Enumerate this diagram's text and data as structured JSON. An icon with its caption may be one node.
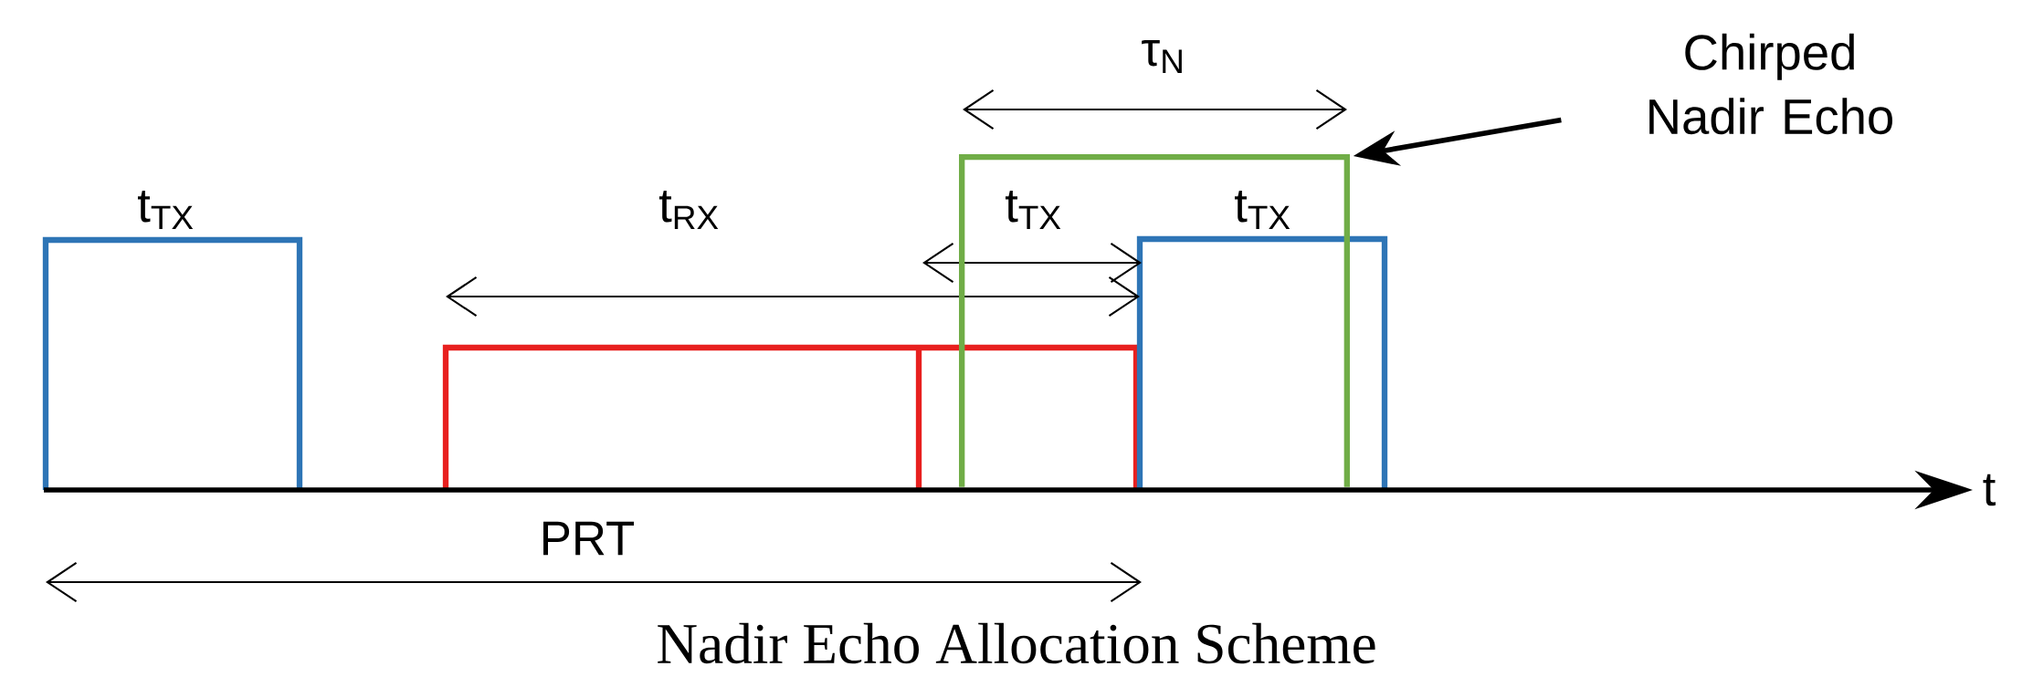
{
  "diagram": {
    "caption": "Nadir Echo Allocation Scheme",
    "nodes": [
      {
        "text": [
          "Chirped Nadir Echo"
        ]
      },
      {
        "text": [],
        "shape": "box"
      }
    ],
    "edges": [
      {
        "from": 0,
        "to": 1,
        "arrow": "to"
      }
    ],
    "labels": [
      "τ$_{N}$",
      "t$_{TX}$",
      "t$_{RX}$",
      "t$_{TX}$",
      "t$_{TX}$",
      "t",
      "PRT"
    ]
  }
}
